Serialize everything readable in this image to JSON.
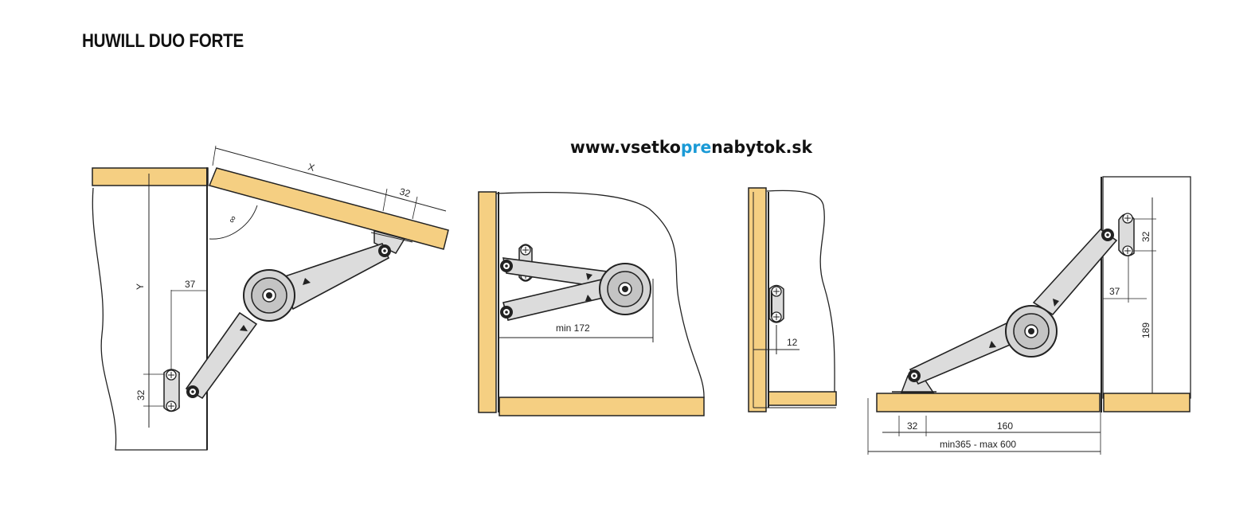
{
  "title": "HUWILL DUO FORTE",
  "website": {
    "prefix": "www.vsetko",
    "highlight": "pre",
    "suffix": "nabytok.sk"
  },
  "colors": {
    "wood": "#f5cf82",
    "mechanism": "#dcdcdc",
    "accent": "#1a9ad6",
    "line": "#222222"
  },
  "figure1": {
    "dim_x": "X",
    "dim_32_top": "32",
    "angle": "∞",
    "dim_y": "Y",
    "dim_37": "37",
    "dim_32_bottom": "32"
  },
  "figure2": {
    "dim_min172": "min 172"
  },
  "figure3": {
    "dim_12": "12"
  },
  "figure4": {
    "dim_32_right": "32",
    "dim_37": "37",
    "dim_189": "189",
    "dim_32_bottom": "32",
    "dim_160": "160",
    "dim_total": "min365 - max 600"
  }
}
